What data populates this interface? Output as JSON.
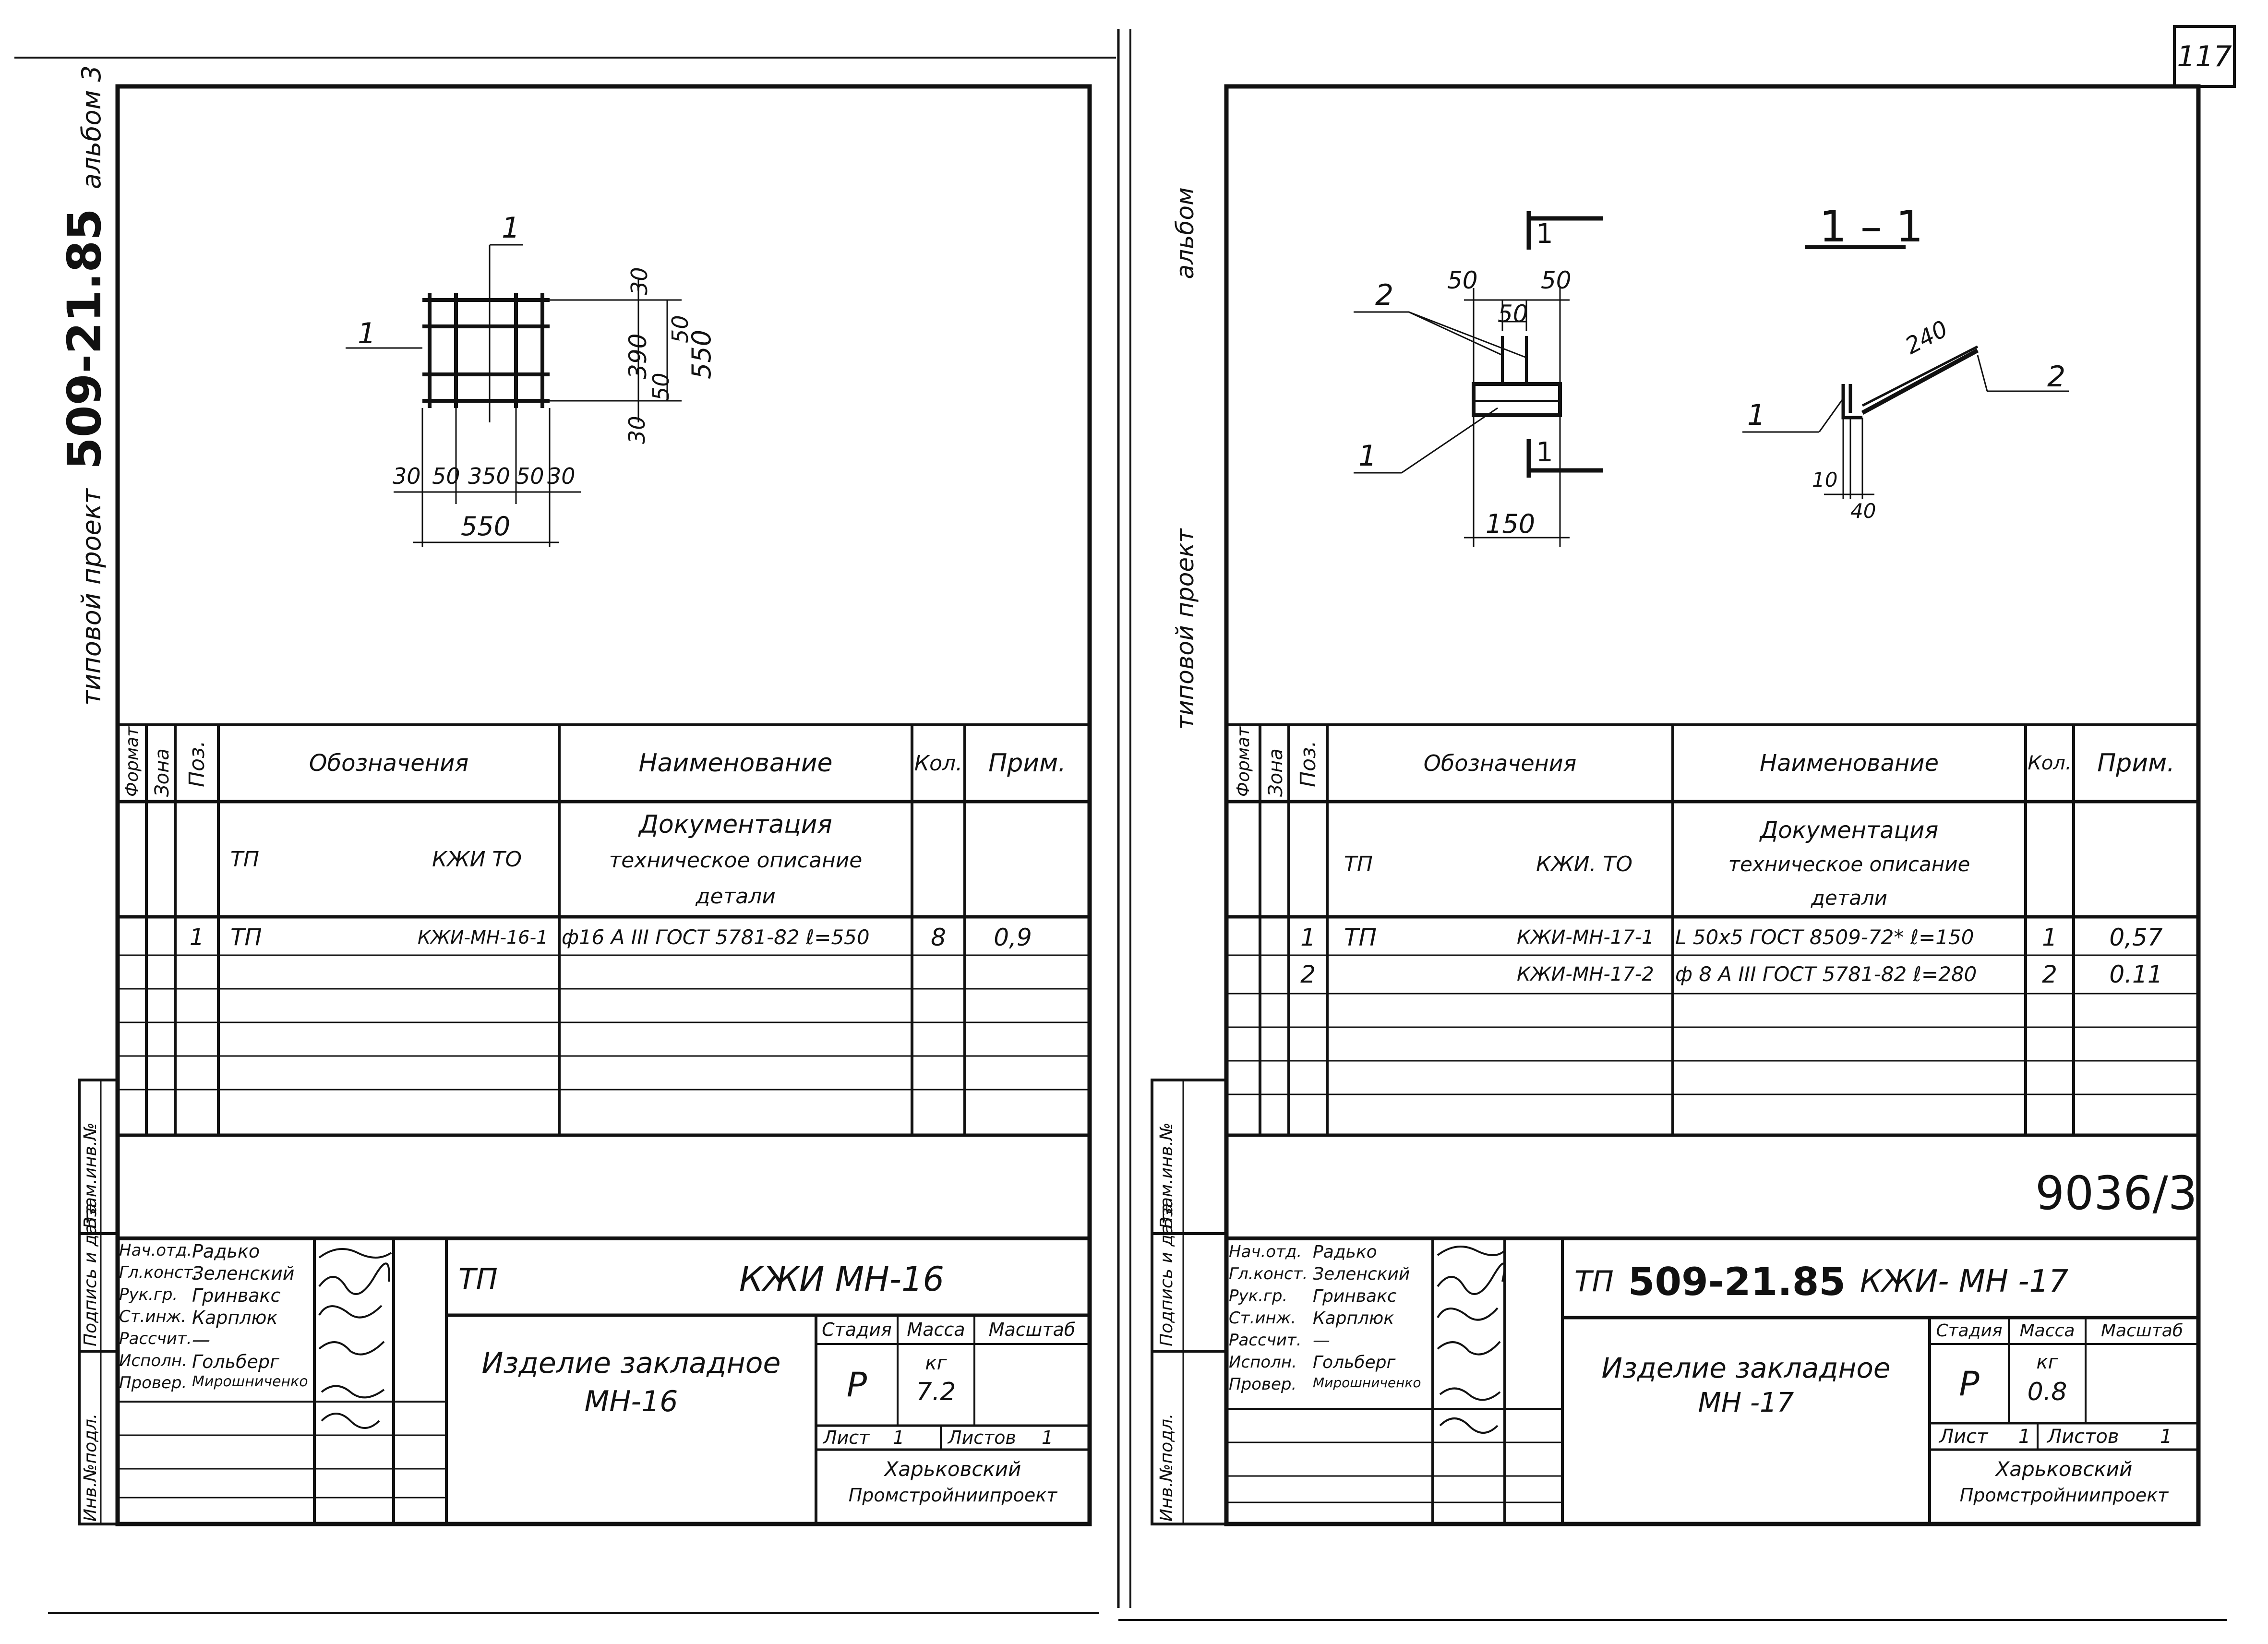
{
  "sheet_number": "117",
  "left": {
    "side_label": {
      "prefix": "типовой проект",
      "code": "509-21.85",
      "suffix": "альбом 3"
    },
    "drawing": {
      "pos": "1",
      "dims_right": [
        "30",
        "50",
        "390",
        "50",
        "30",
        "550"
      ],
      "dims_bottom": [
        "30",
        "50",
        "350",
        "50",
        "30"
      ],
      "dim_total": "550"
    },
    "spec": {
      "headers": {
        "format": "Формат",
        "zone": "Зона",
        "pos": "Поз.",
        "designation": "Обозначения",
        "name": "Наименование",
        "qty": "Кол.",
        "note": "Прим."
      },
      "section": {
        "designation_left": "ТП",
        "designation_right": "КЖИ ТО",
        "name_lines": [
          "Документация",
          "техническое описание",
          "детали"
        ]
      },
      "rows": [
        {
          "pos": "1",
          "designation_left": "ТП",
          "designation_right": "КЖИ-МН-16-1",
          "name": "ф16 А III ГОСТ 5781-82 ℓ=550",
          "qty": "8",
          "note": "0,9"
        }
      ]
    },
    "side_stamps": [
      "Инв.№подл.",
      "Подпись и дата",
      "Взам.инв.№"
    ],
    "title_block": {
      "roles": [
        "Нач.отд.",
        "Гл.конст.",
        "Рук.гр.",
        "Ст.инж.",
        "Рассчит.",
        "Исполн.",
        "Провер."
      ],
      "names": [
        "Радько",
        "Зеленский",
        "Гринвакс",
        "Карплюк",
        "—",
        "Гольберг",
        "Мирошниченко"
      ],
      "doc_prefix": "ТП",
      "doc_code": "КЖИ МН-16",
      "item_title": "Изделие закладное",
      "item_code": "МН-16",
      "col_stage": "Стадия",
      "col_mass": "Масса",
      "col_scale": "Масштаб",
      "stage": "Р",
      "mass_unit": "кг",
      "mass": "7.2",
      "sheet_label": "Лист",
      "sheet_value": "1",
      "sheets_label": "Листов",
      "sheets_value": "1",
      "org_line1": "Харьковский",
      "org_line2": "Промстройниипроект"
    }
  },
  "right": {
    "side_label": {
      "prefix": "типовой проект",
      "suffix": "альбом"
    },
    "drawing": {
      "section_mark": "1",
      "section_title": "1 – 1",
      "dims_top": [
        "50",
        "50",
        "50"
      ],
      "dim_width": "150",
      "pos_labels": [
        "2",
        "1",
        "1",
        "2"
      ],
      "dim_diag": "240",
      "dims_small": [
        "10",
        "40"
      ]
    },
    "spec": {
      "headers": {
        "format": "Формат",
        "zone": "Зона",
        "pos": "Поз.",
        "designation": "Обозначения",
        "name": "Наименование",
        "qty": "Кол.",
        "note": "Прим."
      },
      "section": {
        "designation_left": "ТП",
        "designation_right": "КЖИ. ТО",
        "name_lines": [
          "Документация",
          "техническое описание",
          "детали"
        ]
      },
      "rows": [
        {
          "pos": "1",
          "designation_left": "ТП",
          "designation_right": "КЖИ-МН-17-1",
          "name": "L 50x5 ГОСТ 8509-72* ℓ=150",
          "qty": "1",
          "note": "0,57"
        },
        {
          "pos": "2",
          "designation_left": "",
          "designation_right": "КЖИ-МН-17-2",
          "name": "ф 8 А III ГОСТ 5781-82 ℓ=280",
          "qty": "2",
          "note": "0.11"
        }
      ]
    },
    "stamp_number": "9036/3",
    "side_stamps": [
      "Инв.№подл.",
      "Подпись и дата",
      "Взам.инв.№"
    ],
    "title_block": {
      "roles": [
        "Нач.отд.",
        "Гл.конст.",
        "Рук.гр.",
        "Ст.инж.",
        "Рассчит.",
        "Исполн.",
        "Провер."
      ],
      "names": [
        "Радько",
        "Зеленский",
        "Гринвакс",
        "Карплюк",
        "—",
        "Гольберг",
        "Мирошниченко"
      ],
      "doc_prefix": "ТП",
      "doc_code": "509-21.85",
      "doc_suffix": "КЖИ- МН -17",
      "item_title": "Изделие закладное",
      "item_code": "МН -17",
      "col_stage": "Стадия",
      "col_mass": "Масса",
      "col_scale": "Масштаб",
      "stage": "Р",
      "mass_unit": "кг",
      "mass": "0.8",
      "sheet_label": "Лист",
      "sheet_value": "1",
      "sheets_label": "Листов",
      "sheets_value": "1",
      "org_line1": "Харьковский",
      "org_line2": "Промстройниипроект"
    }
  }
}
